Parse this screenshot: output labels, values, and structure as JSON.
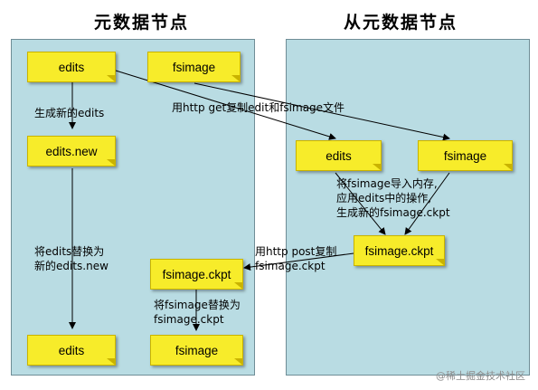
{
  "headings": {
    "primary": "元数据节点",
    "secondary": "从元数据节点"
  },
  "nodes": {
    "edits": "edits",
    "fsimage": "fsimage",
    "edits_new": "edits.new",
    "secondary_edits": "edits",
    "secondary_fsimage": "fsimage",
    "secondary_ckpt": "fsimage.ckpt",
    "primary_ckpt": "fsimage.ckpt",
    "final_edits": "edits",
    "final_fsimage": "fsimage"
  },
  "labels": {
    "generate_edits": "生成新的edits",
    "http_get": "用http get复制edit和fsimage文件",
    "merge_line1": "将fsimage导入内存,",
    "merge_line2": "应用edits中的操作,",
    "merge_line3": "生成新的fsimage.ckpt",
    "http_post_line1": "用http post复制",
    "http_post_line2": "fsimage.ckpt",
    "replace_edits_line1": "将edits替换为",
    "replace_edits_line2": "新的edits.new",
    "replace_fsimage_line1": "将fsimage替换为",
    "replace_fsimage_line2": "fsimage.ckpt"
  },
  "watermark": "@稀土掘金技术社区",
  "colors": {
    "panel": "#b9dce3",
    "note": "#f7ec2a",
    "arrow": "#000000"
  }
}
